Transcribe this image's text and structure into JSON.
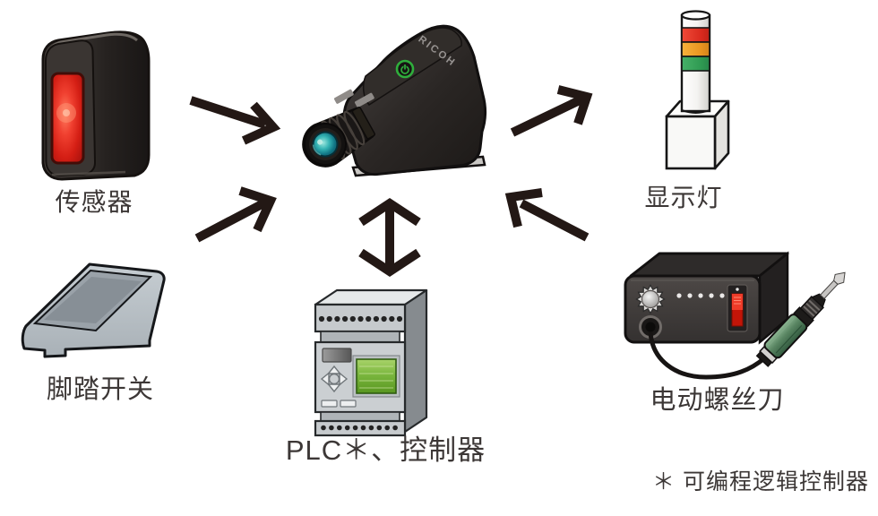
{
  "labels": {
    "sensor": "传感器",
    "foot_switch": "脚踏开关",
    "plc": "PLC＊、控制器",
    "indicator_light": "显示灯",
    "screwdriver": "电动螺丝刀",
    "footnote": "＊ 可编程逻辑控制器",
    "brand": "RICOH"
  },
  "arrows": [
    {
      "id": "sensor-to-camera",
      "from": "sensor",
      "to": "camera",
      "direction": "down-right",
      "style": "open-head"
    },
    {
      "id": "foot-switch-to-camera",
      "from": "foot_switch",
      "to": "camera",
      "direction": "up-right",
      "style": "open-head"
    },
    {
      "id": "camera-plc-bidirectional",
      "from": "camera",
      "to": "plc",
      "direction": "vertical-both",
      "style": "open-head-double"
    },
    {
      "id": "camera-to-indicator-light",
      "from": "camera",
      "to": "indicator_light",
      "direction": "up-right",
      "style": "open-head"
    },
    {
      "id": "screwdriver-to-camera",
      "from": "screwdriver",
      "to": "camera",
      "direction": "up-left",
      "style": "open-head"
    }
  ],
  "colors": {
    "background": "#ffffff",
    "arrow": "#231815",
    "text": "#3c3736",
    "sensor_window_red": "#d9261c",
    "camera_lens_teal": "#1b8794",
    "power_ring_green": "#2fae3c",
    "tower_red": "#e73a2e",
    "tower_orange": "#f0a028",
    "tower_green": "#35a257",
    "plc_screen_green": "#7bb73f",
    "screwdriver_handle_green": "#598562"
  }
}
